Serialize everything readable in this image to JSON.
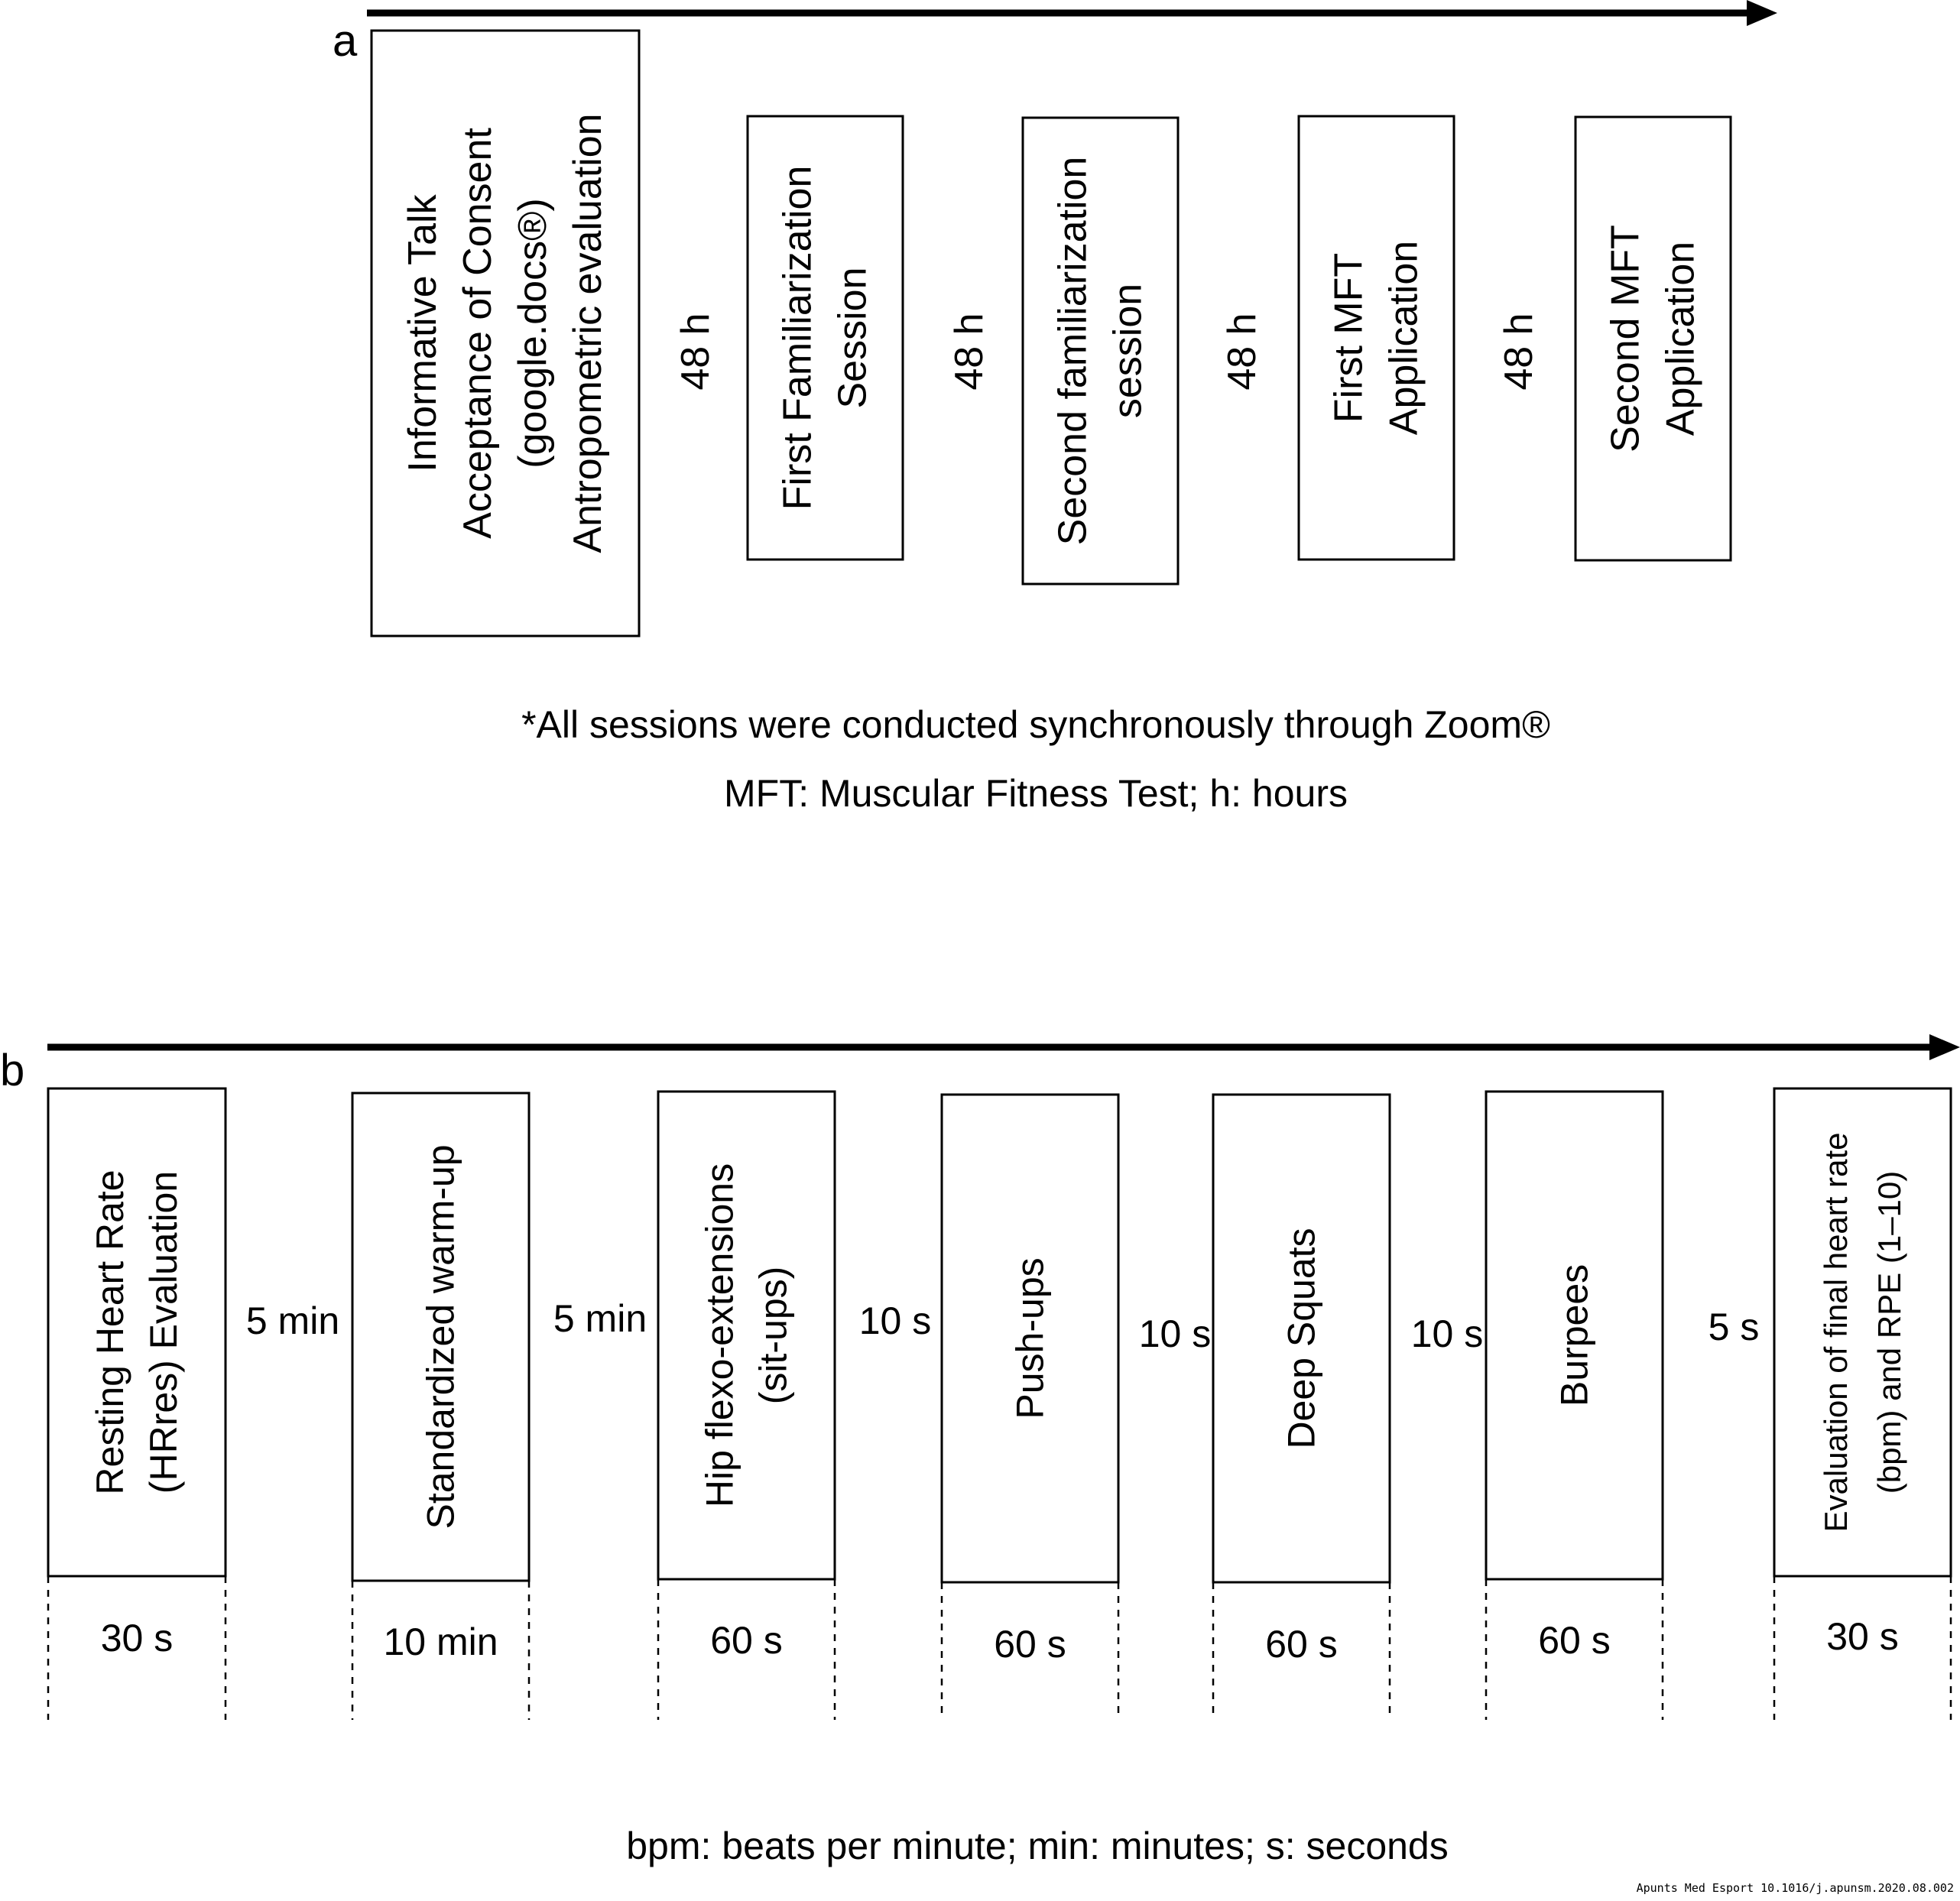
{
  "panel_a": {
    "label": "a",
    "steps": [
      {
        "lines": [
          "Informative Talk",
          "Acceptance of Consent",
          "(google.docs®)",
          "Antropometric evaluation"
        ]
      },
      {
        "lines": [
          "First Familiarization",
          "Session"
        ]
      },
      {
        "lines": [
          "Second familiarization",
          "session"
        ]
      },
      {
        "lines": [
          "First MFT",
          "Application"
        ]
      },
      {
        "lines": [
          "Second MFT",
          "Application"
        ]
      }
    ],
    "intervals": [
      "48 h",
      "48 h",
      "48 h",
      "48 h"
    ],
    "note_1": "*All sessions were conducted synchronously through Zoom®",
    "note_2": "MFT: Muscular Fitness Test; h: hours"
  },
  "panel_b": {
    "label": "b",
    "steps": [
      {
        "lines": [
          "Resting Heart Rate",
          "(HRres) Evaluation"
        ],
        "duration": "30 s"
      },
      {
        "lines": [
          "Standardized warm-up"
        ],
        "duration": "10 min"
      },
      {
        "lines": [
          "Hip flexo-extensions",
          "(sit-ups)"
        ],
        "duration": "60 s"
      },
      {
        "lines": [
          "Push-ups"
        ],
        "duration": "60 s"
      },
      {
        "lines": [
          "Deep Squats"
        ],
        "duration": "60 s"
      },
      {
        "lines": [
          "Burpees"
        ],
        "duration": "60 s"
      },
      {
        "lines": [
          "Evaluation of final heart rate",
          "(bpm) and RPE (1–10)"
        ],
        "duration": "30 s"
      }
    ],
    "intervals": [
      "5 min",
      "5 min",
      "10 s",
      "10 s",
      "10 s",
      "5 s"
    ],
    "note": "bpm: beats per minute; min: minutes; s: seconds"
  },
  "credit": "Apunts Med Esport 10.1016/j.apunsm.2020.08.002"
}
